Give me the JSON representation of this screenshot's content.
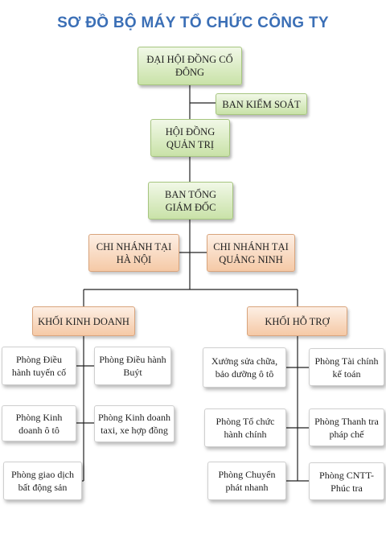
{
  "title": "SƠ ĐỒ BỘ MÁY TỔ CHỨC CÔNG TY",
  "nodes": {
    "dai_hoi": "ĐẠI HỘI ĐỒNG CỔ ĐÔNG",
    "ban_kiem_soat": "BAN KIỂM SOÁT",
    "hoi_dong": "HỘI ĐỒNG QUẢN TRỊ",
    "ban_tgd": "BAN TỔNG GIÁM ĐỐC",
    "cn_hanoi": "CHI NHÁNH TẠI HÀ NỘI",
    "cn_quangninh": "CHI NHÁNH TẠI QUẢNG NINH",
    "khoi_kd": "KHỐI KINH DOANH",
    "khoi_ht": "KHỐI HỖ TRỢ",
    "kd_1": "Phòng Điều hành tuyến cố",
    "kd_2": "Phòng Điều hành Buýt",
    "kd_3": "Phòng Kinh doanh ô tô",
    "kd_4": "Phòng Kinh doanh taxi, xe hợp đồng",
    "kd_5": "Phòng giao dịch bất động sản",
    "ht_1": "Xưởng sửa chữa, bảo dưỡng ô tô",
    "ht_2": "Phòng Tài chính kế toán",
    "ht_3": "Phòng Tổ chức hành chính",
    "ht_4": "Phòng Thanh tra pháp chế",
    "ht_5": "Phòng Chuyển phát nhanh",
    "ht_6": "Phòng CNTT- Phúc tra"
  }
}
